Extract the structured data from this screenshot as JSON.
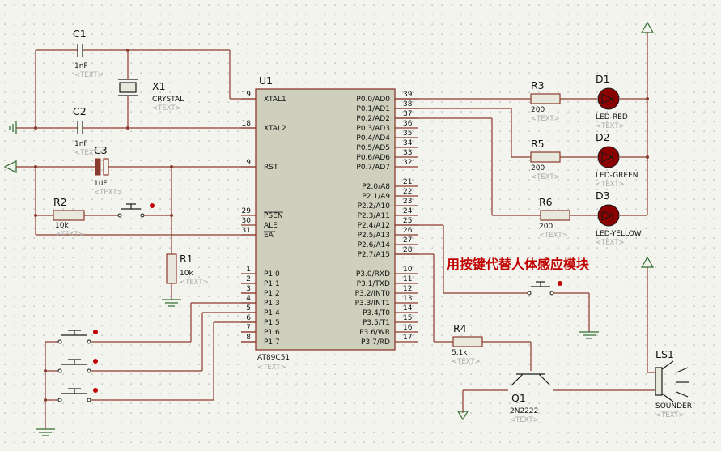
{
  "u1": {
    "ref": "U1",
    "part": "AT89C51",
    "text": "<TEXT>",
    "left_pins": [
      {
        "num": "19",
        "name": "XTAL1"
      },
      {
        "num": "18",
        "name": "XTAL2"
      },
      {
        "num": "9",
        "name": "RST"
      },
      {
        "num": "29",
        "name": "PSEN"
      },
      {
        "num": "30",
        "name": "ALE"
      },
      {
        "num": "31",
        "name": "EA"
      },
      {
        "num": "1",
        "name": "P1.0"
      },
      {
        "num": "2",
        "name": "P1.1"
      },
      {
        "num": "3",
        "name": "P1.2"
      },
      {
        "num": "4",
        "name": "P1.3"
      },
      {
        "num": "5",
        "name": "P1.4"
      },
      {
        "num": "6",
        "name": "P1.5"
      },
      {
        "num": "7",
        "name": "P1.6"
      },
      {
        "num": "8",
        "name": "P1.7"
      }
    ],
    "right_pins": [
      {
        "num": "39",
        "name": "P0.0/AD0"
      },
      {
        "num": "38",
        "name": "P0.1/AD1"
      },
      {
        "num": "37",
        "name": "P0.2/AD2"
      },
      {
        "num": "36",
        "name": "P0.3/AD3"
      },
      {
        "num": "35",
        "name": "P0.4/AD4"
      },
      {
        "num": "34",
        "name": "P0.5/AD5"
      },
      {
        "num": "33",
        "name": "P0.6/AD6"
      },
      {
        "num": "32",
        "name": "P0.7/AD7"
      },
      {
        "num": "21",
        "name": "P2.0/A8"
      },
      {
        "num": "22",
        "name": "P2.1/A9"
      },
      {
        "num": "23",
        "name": "P2.2/A10"
      },
      {
        "num": "24",
        "name": "P2.3/A11"
      },
      {
        "num": "25",
        "name": "P2.4/A12"
      },
      {
        "num": "26",
        "name": "P2.5/A13"
      },
      {
        "num": "27",
        "name": "P2.6/A14"
      },
      {
        "num": "28",
        "name": "P2.7/A15"
      },
      {
        "num": "10",
        "name": "P3.0/RXD"
      },
      {
        "num": "11",
        "name": "P3.1/TXD"
      },
      {
        "num": "12",
        "name": "P3.2/INT0"
      },
      {
        "num": "13",
        "name": "P3.3/INT1"
      },
      {
        "num": "14",
        "name": "P3.4/T0"
      },
      {
        "num": "15",
        "name": "P3.5/T1"
      },
      {
        "num": "16",
        "name": "P3.6/WR"
      },
      {
        "num": "17",
        "name": "P3.7/RD"
      }
    ]
  },
  "components": {
    "c1": {
      "ref": "C1",
      "value": "1nF",
      "text": "<TEXT>"
    },
    "c2": {
      "ref": "C2",
      "value": "1nF",
      "text": "<TEXT>"
    },
    "c3": {
      "ref": "C3",
      "value": "1uF",
      "text": "<TEXT>"
    },
    "x1": {
      "ref": "X1",
      "value": "CRYSTAL",
      "text": "<TEXT>"
    },
    "r1": {
      "ref": "R1",
      "value": "10k",
      "text": "<TEXT>"
    },
    "r2": {
      "ref": "R2",
      "value": "10k",
      "text": "<TEXT>"
    },
    "r3": {
      "ref": "R3",
      "value": "200",
      "text": "<TEXT>"
    },
    "r5": {
      "ref": "R5",
      "value": "200",
      "text": "<TEXT>"
    },
    "r6": {
      "ref": "R6",
      "value": "200",
      "text": "<TEXT>"
    },
    "r4": {
      "ref": "R4",
      "value": "5.1k",
      "text": "<TEXT>"
    },
    "d1": {
      "ref": "D1",
      "value": "LED-RED",
      "text": "<TEXT>"
    },
    "d2": {
      "ref": "D2",
      "value": "LED-GREEN",
      "text": "<TEXT>"
    },
    "d3": {
      "ref": "D3",
      "value": "LED-YELLOW",
      "text": "<TEXT>"
    },
    "q1": {
      "ref": "Q1",
      "value": "2N2222",
      "text": "<TEXT>"
    },
    "ls1": {
      "ref": "LS1",
      "value": "SOUNDER",
      "text": "<TEXT>"
    }
  },
  "annotation": "用按键代替人体感应模块",
  "colors": {
    "background": "#f4f4ef",
    "wire": "#8c3a2e",
    "ground": "#2d6b2d",
    "annotation": "#c00000",
    "led": "#8b0000",
    "chip_fill": "#cfcfbd"
  }
}
